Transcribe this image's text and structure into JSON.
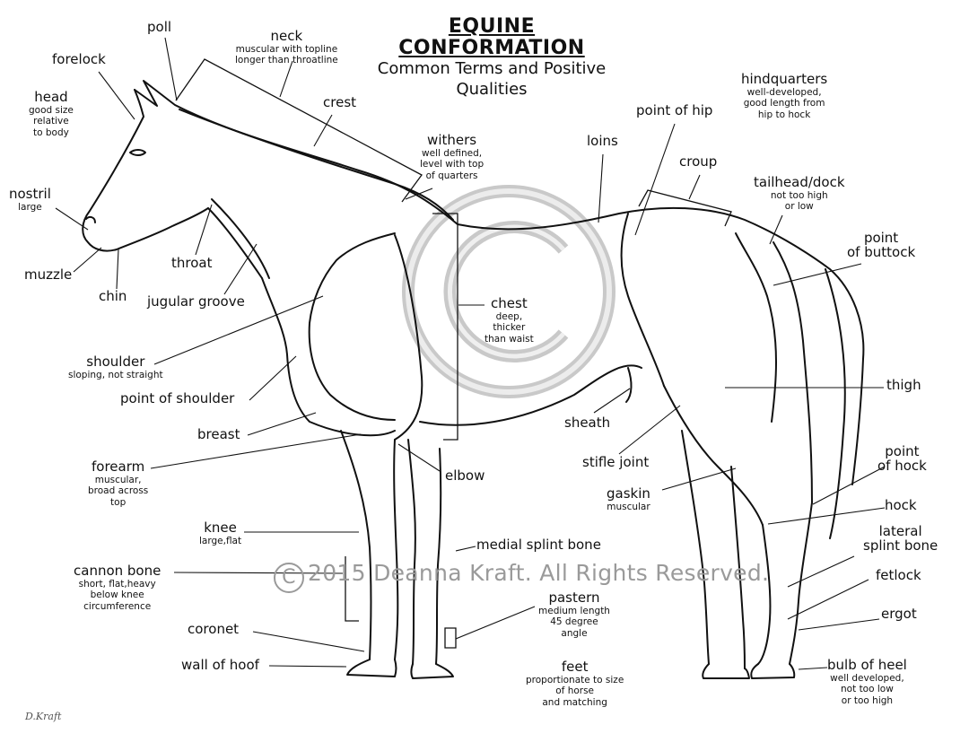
{
  "title": {
    "line1": "EQUINE",
    "line2": "CONFORMATION",
    "line3": "Common Terms and Positive",
    "line4": "Qualities"
  },
  "labels": {
    "poll": {
      "term": "poll"
    },
    "forelock": {
      "term": "forelock"
    },
    "head": {
      "term": "head",
      "desc": [
        "good size",
        "relative",
        "to body"
      ]
    },
    "nostril": {
      "term": "nostril",
      "desc": [
        "large"
      ]
    },
    "muzzle": {
      "term": "muzzle"
    },
    "chin": {
      "term": "chin"
    },
    "throat": {
      "term": "throat"
    },
    "jugular_groove": {
      "term": "jugular groove"
    },
    "neck": {
      "term": "neck",
      "desc": [
        "muscular with topline",
        "longer than throatline"
      ]
    },
    "crest": {
      "term": "crest"
    },
    "withers": {
      "term": "withers",
      "desc": [
        "well defined,",
        "level with top",
        "of quarters"
      ]
    },
    "loins": {
      "term": "loins"
    },
    "point_of_hip": {
      "term": "point of hip"
    },
    "croup": {
      "term": "croup"
    },
    "hindquarters": {
      "term": "hindquarters",
      "desc": [
        "well-developed,",
        "good length from",
        "hip to hock"
      ]
    },
    "tailhead": {
      "term": "tailhead/dock",
      "desc": [
        "not too high",
        "or low"
      ]
    },
    "point_of_buttock": {
      "term": [
        "point",
        "of buttock"
      ]
    },
    "chest": {
      "term": "chest",
      "desc": [
        "deep,",
        "thicker",
        "than waist"
      ]
    },
    "shoulder": {
      "term": "shoulder",
      "desc": [
        "sloping, not straight"
      ]
    },
    "point_of_shoulder": {
      "term": "point of shoulder"
    },
    "breast": {
      "term": "breast"
    },
    "forearm": {
      "term": "forearm",
      "desc": [
        "muscular,",
        "broad across",
        "top"
      ]
    },
    "elbow": {
      "term": "elbow"
    },
    "sheath": {
      "term": "sheath"
    },
    "thigh": {
      "term": "thigh"
    },
    "stifle_joint": {
      "term": "stifle joint"
    },
    "gaskin": {
      "term": "gaskin",
      "desc": [
        "muscular"
      ]
    },
    "point_of_hock": {
      "term": [
        "point",
        "of hock"
      ]
    },
    "hock": {
      "term": "hock"
    },
    "knee": {
      "term": "knee",
      "desc": [
        "large,flat"
      ]
    },
    "medial_splint_bone": {
      "term": "medial splint bone"
    },
    "lateral_splint_bone": {
      "term": [
        "lateral",
        "splint bone"
      ]
    },
    "cannon_bone": {
      "term": "cannon bone",
      "desc": [
        "short, flat,heavy",
        "below knee",
        "circumference"
      ]
    },
    "fetlock": {
      "term": "fetlock"
    },
    "pastern": {
      "term": "pastern",
      "desc": [
        "medium length",
        "45 degree",
        "angle"
      ]
    },
    "ergot": {
      "term": "ergot"
    },
    "coronet": {
      "term": "coronet"
    },
    "wall_of_hoof": {
      "term": "wall of hoof"
    },
    "feet": {
      "term": "feet",
      "desc": [
        "proportionate to size",
        "of horse",
        "and matching"
      ]
    },
    "bulb_of_heel": {
      "term": "bulb of heel",
      "desc": [
        "well developed,",
        "not too low",
        "or too high"
      ]
    }
  },
  "copyright": {
    "symbol": "C",
    "text": "2015 Deanna Kraft. All Rights Reserved."
  },
  "signature": "D.Kraft",
  "colors": {
    "ink": "#111111",
    "watermark": "#9a9a9a",
    "background": "#ffffff"
  }
}
